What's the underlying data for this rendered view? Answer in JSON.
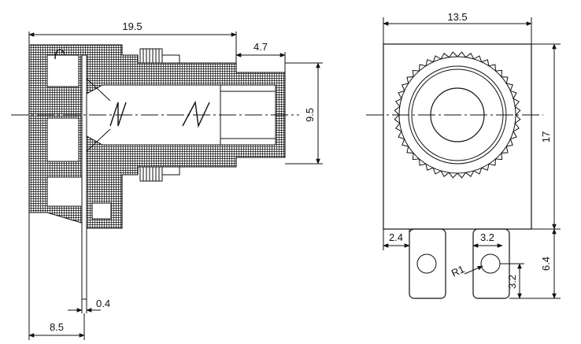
{
  "colors": {
    "ink": "#111111",
    "paper": "#ffffff",
    "hatch": "#111111"
  },
  "side_view": {
    "dimensions": {
      "overall_length": "19.5",
      "front_offset": "4.7",
      "bore_height": "9.5",
      "pin_thickness": "0.4",
      "pin_offset": "8.5"
    }
  },
  "front_view": {
    "dimensions": {
      "width": "13.5",
      "height": "17",
      "left_pin_gap": "2.4",
      "pin_spacing": "3.2",
      "hole_radius": "R1",
      "hole_offset": "3.2",
      "pin_length": "6.4"
    }
  }
}
